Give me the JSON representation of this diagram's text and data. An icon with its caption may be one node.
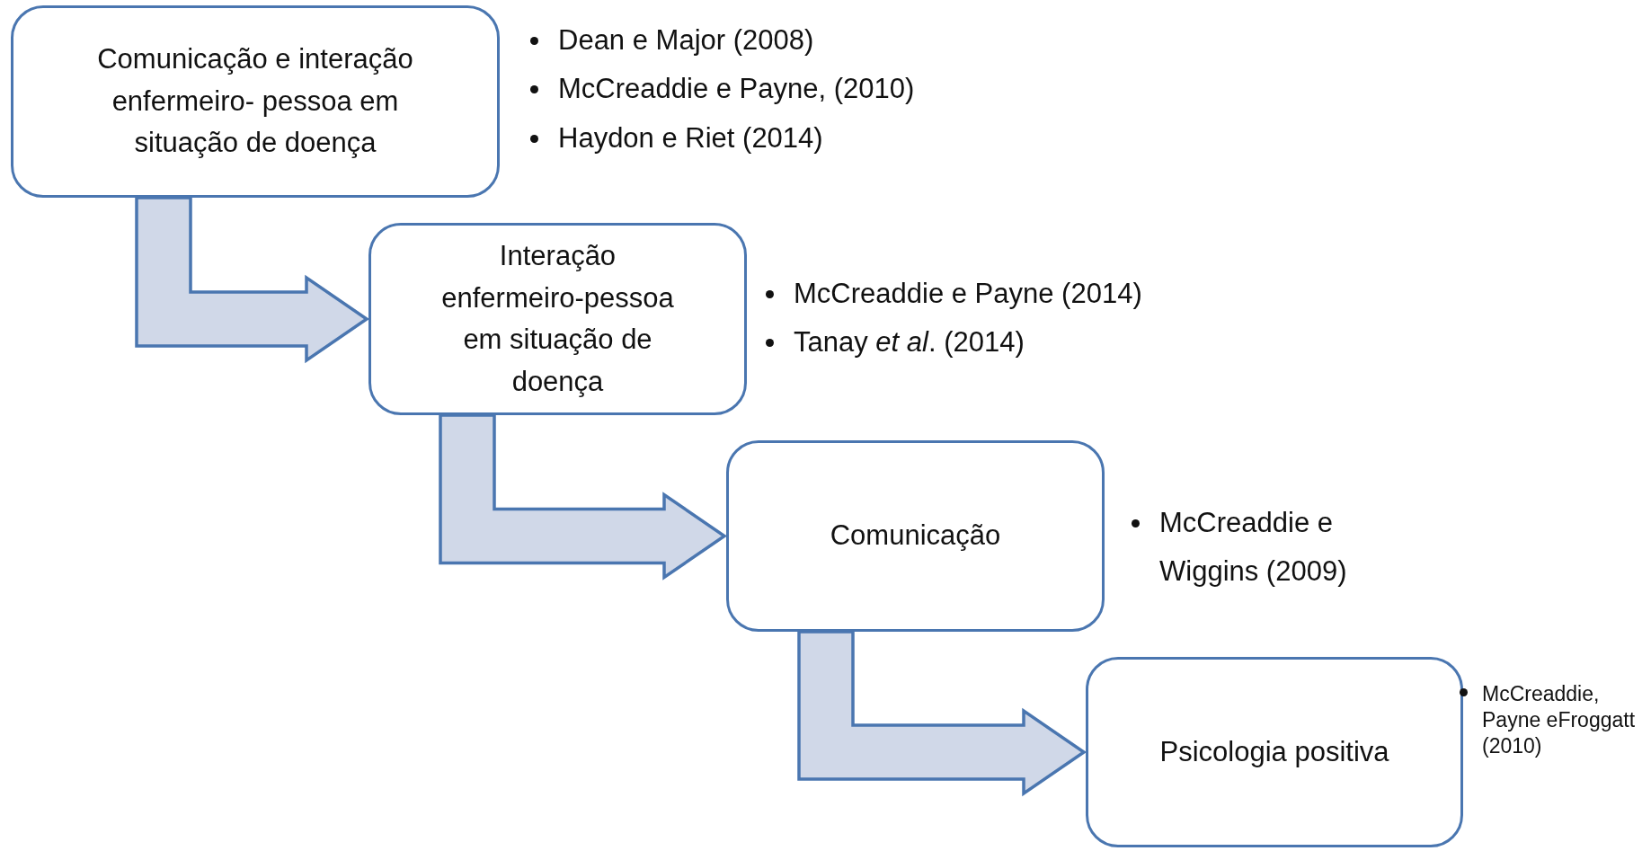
{
  "diagram": {
    "nodes": [
      {
        "text": [
          "Comunicação e interação enfermeiro- pessoa em situação de doença"
        ],
        "beside": [
          "Dean e Major (2008)",
          "McCreaddie e  Payne, (2010)",
          "Haydon e Riet  (2014)"
        ]
      },
      {
        "text": [
          "Interação enfermeiro-pessoa em situação de doença"
        ],
        "beside": [
          "McCreaddie e  Payne  (2014)",
          "Tanay *et al*. (2014)"
        ]
      },
      {
        "text": [
          "Comunicação"
        ],
        "beside": [
          "McCreaddie e Wiggins (2009)"
        ]
      },
      {
        "text": [
          "Psicologia positiva"
        ],
        "beside": [
          "McCreaddie, Payne eFroggatt (2010)"
        ]
      }
    ],
    "edges": [
      {
        "from": 0,
        "to": 1,
        "arrow": "to"
      },
      {
        "from": 1,
        "to": 2,
        "arrow": "to"
      },
      {
        "from": 2,
        "to": 3,
        "arrow": "to"
      }
    ]
  }
}
